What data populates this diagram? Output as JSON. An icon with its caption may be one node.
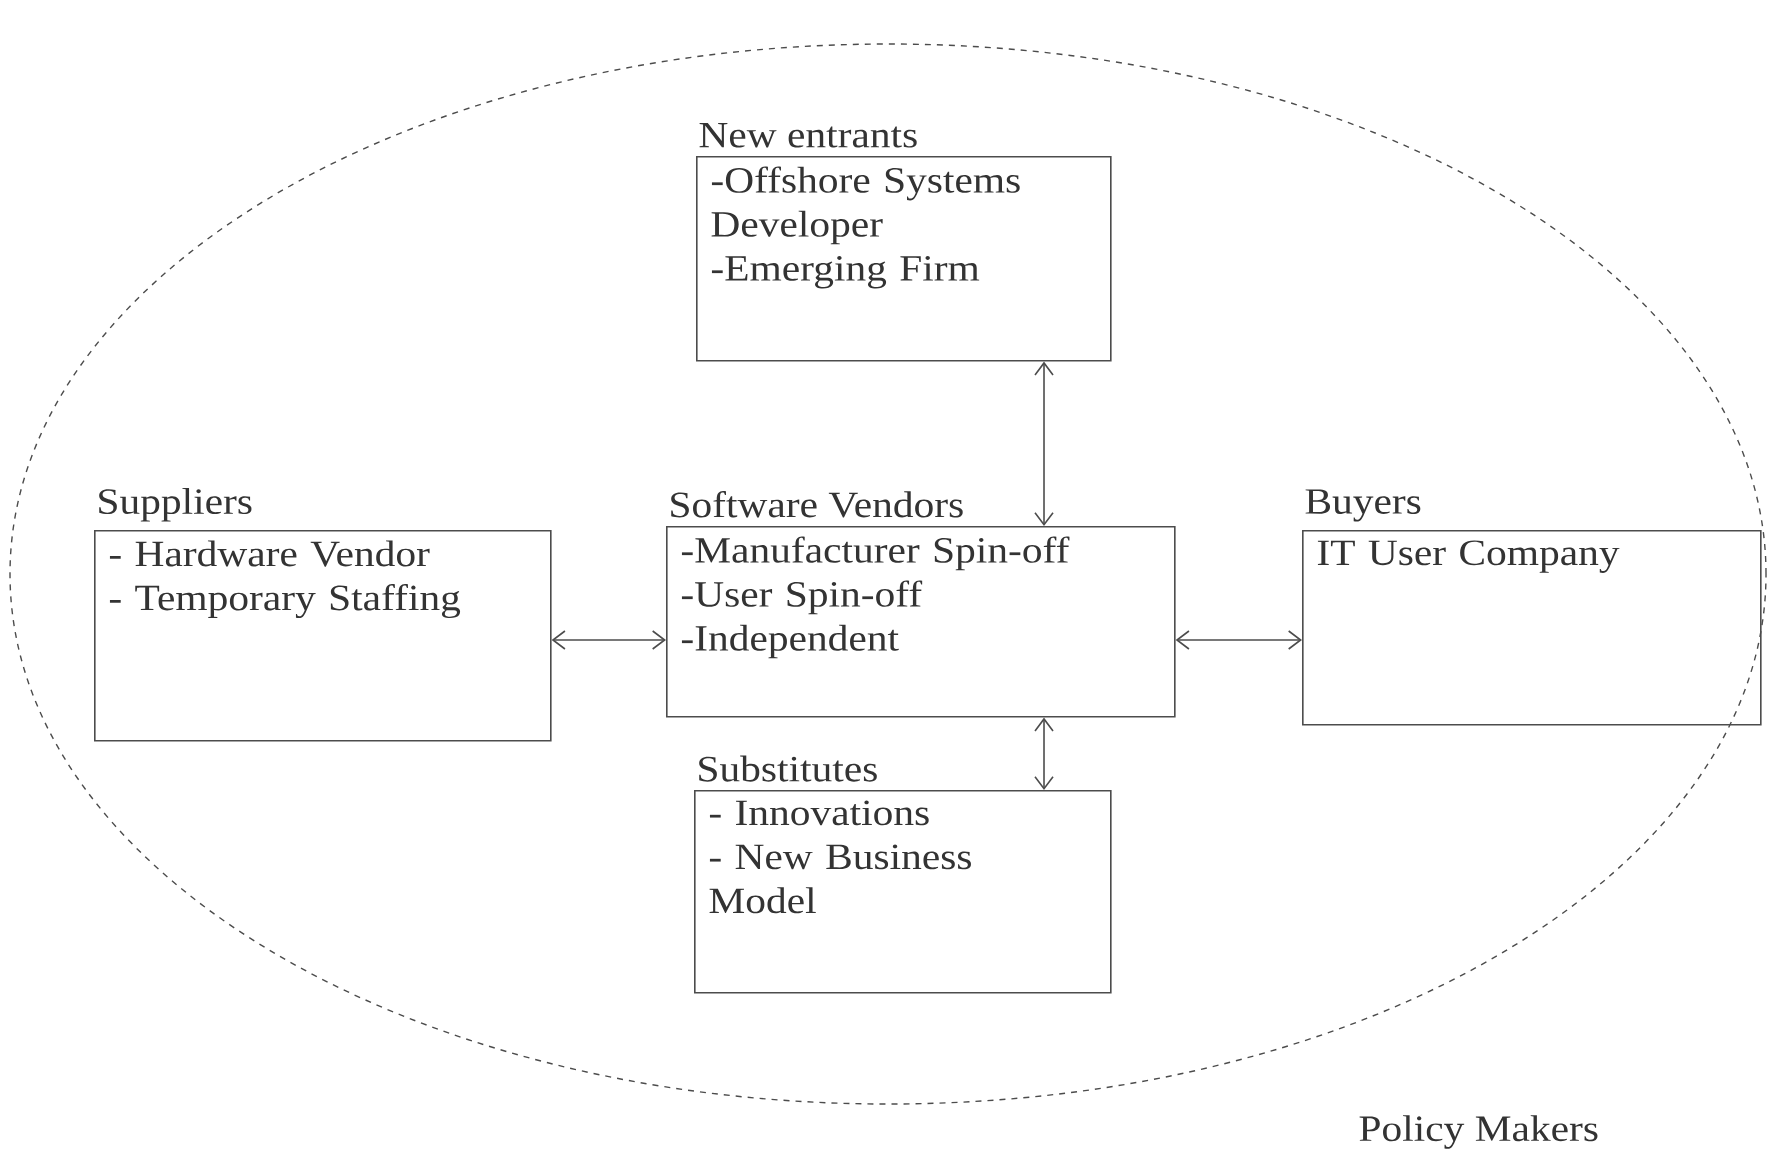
{
  "diagram": {
    "nodes": [
      {
        "text": [
          "Policy Makers"
        ]
      },
      {
        "text": [
          "New entrants",
          "-Offshore Systems Developer",
          "-Emerging Firm"
        ],
        "in": 0
      },
      {
        "text": [
          "Suppliers",
          "- Hardware Vendor",
          "- Temporary Staffing"
        ],
        "in": 0
      },
      {
        "text": [
          "Software Vendors",
          "-Manufacturer Spin-off",
          "-User Spin-off",
          "-Independent"
        ],
        "in": 0
      },
      {
        "text": [
          "Buyers",
          "IT User Company"
        ],
        "in": 0
      },
      {
        "text": [
          "Substitutes",
          "- Innovations",
          "- New Business Model"
        ],
        "in": 0
      }
    ],
    "edges": [
      {
        "from": 1,
        "to": 3,
        "arrow": "both"
      },
      {
        "from": 2,
        "to": 3,
        "arrow": "both"
      },
      {
        "from": 3,
        "to": 4,
        "arrow": "both"
      },
      {
        "from": 3,
        "to": 5,
        "arrow": "both"
      }
    ]
  }
}
